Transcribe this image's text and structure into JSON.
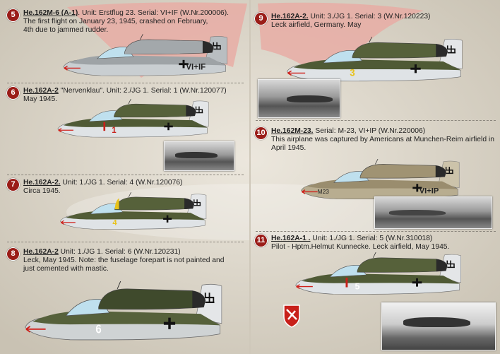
{
  "entries": [
    {
      "num": "5",
      "model": "He.162M-6 (A-1)",
      "rest": ". Unit: Erstflug 23. Serial: VI+IF (W.Nr.200006).",
      "lines": [
        "The first flight on January 23, 1945, crashed on February,",
        "4th due to jammed rudder."
      ]
    },
    {
      "num": "6",
      "model": "He.162A-2",
      "rest": " \"Nervenklau\". Unit: 2./JG 1. Serial: 1 (W.Nr.120077)",
      "lines": [
        "May 1945."
      ]
    },
    {
      "num": "7",
      "model": "He.162A-2.",
      "rest": " Unit: 1./JG 1. Serial: 4 (W.Nr.120076)",
      "lines": [
        "Circa 1945."
      ]
    },
    {
      "num": "8",
      "model": "He.162A-2",
      "rest": " Unit: 1./JG 1. Serial: 6 (W.Nr.120231)",
      "lines": [
        "Leck, May 1945. Note: the fuselage forepart is not painted and",
        "just cemented with mastic."
      ]
    },
    {
      "num": "9",
      "model": "He.162A-2.",
      "rest": " Unit: 3./JG 1. Serial: 3 (W.Nr.120223)",
      "lines": [
        "Leck airfield, Germany. May"
      ]
    },
    {
      "num": "10",
      "model": "He.162M-23.",
      "rest": " Serial: M-23, VI+IP (W.Nr.220006)",
      "lines": [
        "This airplane was captured by Americans at Munchen-Reim airfield in",
        "April 1945."
      ]
    },
    {
      "num": "11",
      "model": "He.162A-1 .",
      "rest": " Unit: 1./JG 1. Serial: 5 (W.Nr.310018)",
      "lines": [
        "Pilot - Hptm.Helmut Kunnecke. Leck airfield, May 1945."
      ]
    }
  ],
  "aircraft": [
    {
      "id": "5",
      "upper": "#9ea3a6",
      "lower": "#c9ced1",
      "engine": "#a3a8ab",
      "tail": "#b9bec1",
      "code": "VI+IF",
      "code_color": "#222",
      "nose_mark": ""
    },
    {
      "id": "6",
      "upper": "#4f5a35",
      "lower": "#dfe3e6",
      "engine": "#56613a",
      "tail": "#e4e6e8",
      "code": "1",
      "code_color": "#c8201a",
      "nose_mark": "red"
    },
    {
      "id": "7",
      "upper": "#525c36",
      "lower": "#dfe3e6",
      "engine": "#56613a",
      "tail": "#e4e6e8",
      "code": "4",
      "code_color": "#e8c21a",
      "nose_mark": "yellow"
    },
    {
      "id": "8",
      "upper": "#56613b",
      "lower": "#cfd3d4",
      "engine": "#3f4a2c",
      "tail": "#e4e6e8",
      "code": "6",
      "code_color": "#ffffff",
      "nose_mark": ""
    },
    {
      "id": "9",
      "upper": "#4f5a35",
      "lower": "#dfe3e6",
      "engine": "#56613a",
      "tail": "#e4e6e8",
      "code": "3",
      "code_color": "#e8c21a",
      "nose_mark": ""
    },
    {
      "id": "10",
      "upper": "#9a8d6e",
      "lower": "#b8ad90",
      "engine": "#a09373",
      "tail": "#ccc3aa",
      "code": "VI+IP",
      "code_color": "#222",
      "code2": "M23",
      "nose_mark": ""
    },
    {
      "id": "11",
      "upper": "#4f5a35",
      "lower": "#dfe3e6",
      "engine": "#56613a",
      "tail": "#e4e6e8",
      "code": "5",
      "code_color": "#ffffff",
      "nose_mark": "red"
    }
  ],
  "colors": {
    "badge": "#9a1d18",
    "arrow": "#d0201a",
    "canopy": "#bfe0ee",
    "banner": "#e8a8a0"
  }
}
